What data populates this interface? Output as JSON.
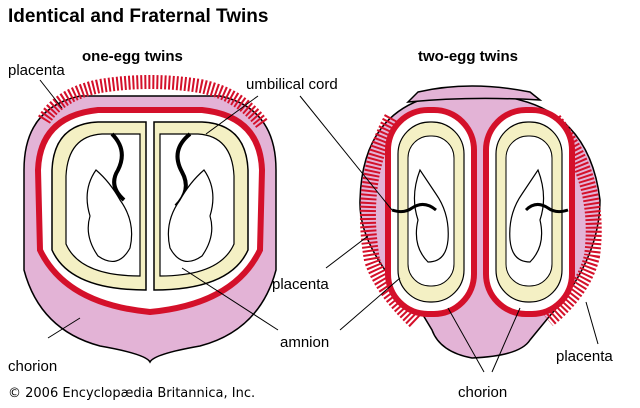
{
  "title": "Identical and Fraternal Twins",
  "left_panel": {
    "heading": "one-egg twins",
    "label_placenta": "placenta",
    "label_umbilical_cord": "umbilical cord",
    "label_chorion": "chorion"
  },
  "right_panel": {
    "heading": "two-egg twins",
    "label_placenta_left": "placenta",
    "label_placenta_right": "placenta",
    "label_chorion": "chorion"
  },
  "shared_label_amnion": "amnion",
  "copyright": "© 2006 Encyclopædia Britannica, Inc.",
  "colors": {
    "uterus_fill": "#e3b3d6",
    "placenta_red": "#d4102a",
    "amnion_fill": "#f4f0c4",
    "outline": "#000000"
  }
}
